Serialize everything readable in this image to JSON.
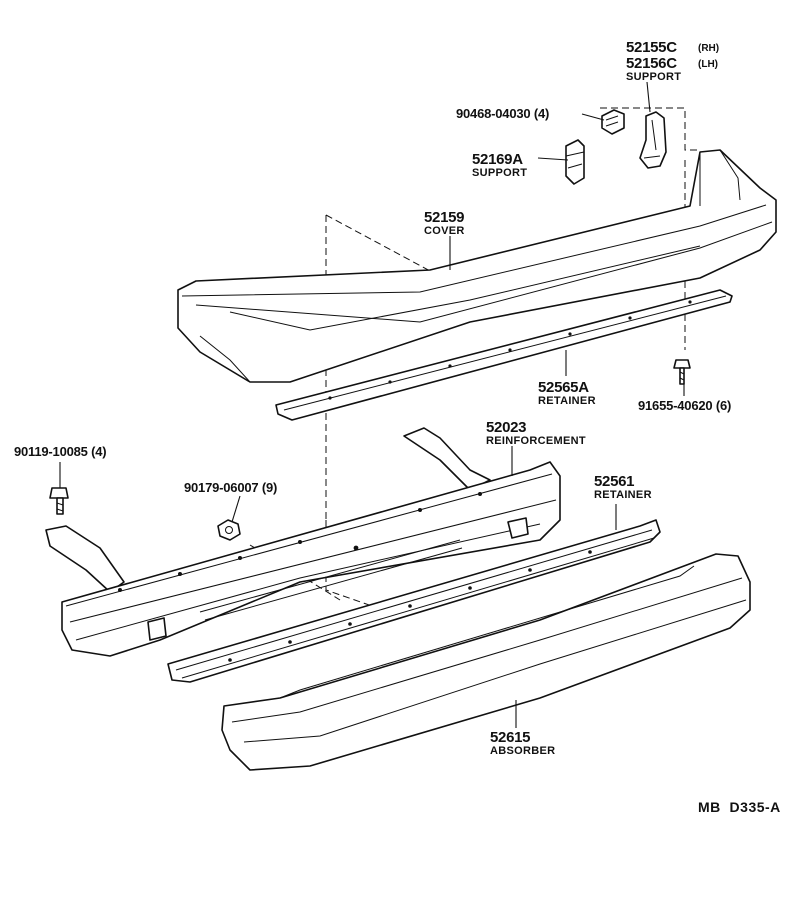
{
  "labels": {
    "support_rh_number": "52155C",
    "support_rh_side": "(RH)",
    "support_lh_number": "52156C",
    "support_lh_side": "(LH)",
    "support_top_name": "SUPPORT",
    "nut_top_number": "90468-04030 (4)",
    "support_small_number": "52169A",
    "support_small_name": "SUPPORT",
    "cover_number": "52159",
    "cover_name": "COVER",
    "retainer_upper_number": "52565A",
    "retainer_upper_name": "RETAINER",
    "bolt_right_number": "91655-40620 (6)",
    "bolt_left_number": "90119-10085 (4)",
    "reinforcement_number": "52023",
    "reinforcement_name": "REINFORCEMENT",
    "nut_mid_number": "90179-06007 (9)",
    "retainer_lower_number": "52561",
    "retainer_lower_name": "RETAINER",
    "absorber_number": "52615",
    "absorber_name": "ABSORBER",
    "diagram_code": "MB  D335-A"
  }
}
